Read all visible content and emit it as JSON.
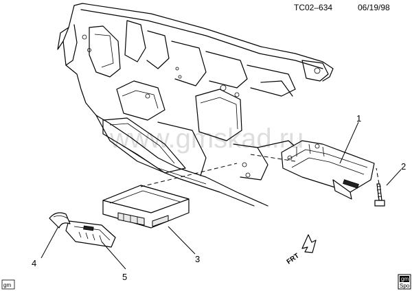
{
  "header": {
    "code": "TC02–634",
    "date": "06/19/98"
  },
  "callouts": [
    "1",
    "2",
    "3",
    "4",
    "5"
  ],
  "direction_label": "FRT",
  "watermark": "www.gmskad.ru",
  "corner_logo": "gm",
  "spo_logo": {
    "top": "gm",
    "bottom": "Spo"
  }
}
